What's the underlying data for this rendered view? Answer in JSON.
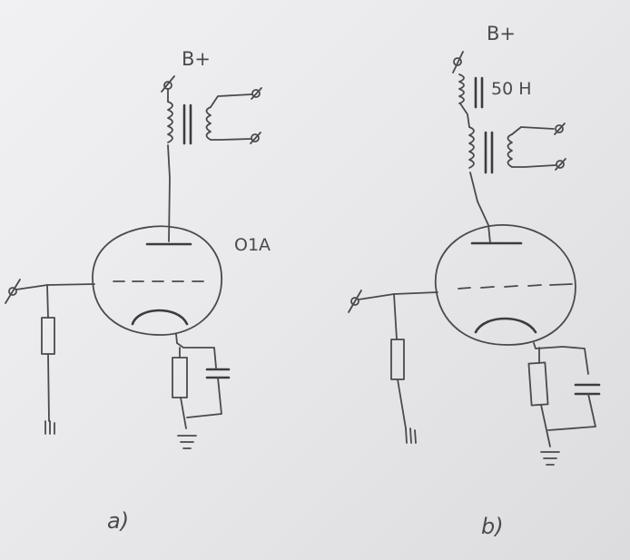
{
  "circuit_a": {
    "supply_label": "B+",
    "tube_label": "O1A",
    "caption": "a)"
  },
  "circuit_b": {
    "supply_label": "B+",
    "choke_label": "50 H",
    "caption": "b)"
  },
  "colors": {
    "ink": "#4a4a4e",
    "paper": "#ececee"
  }
}
